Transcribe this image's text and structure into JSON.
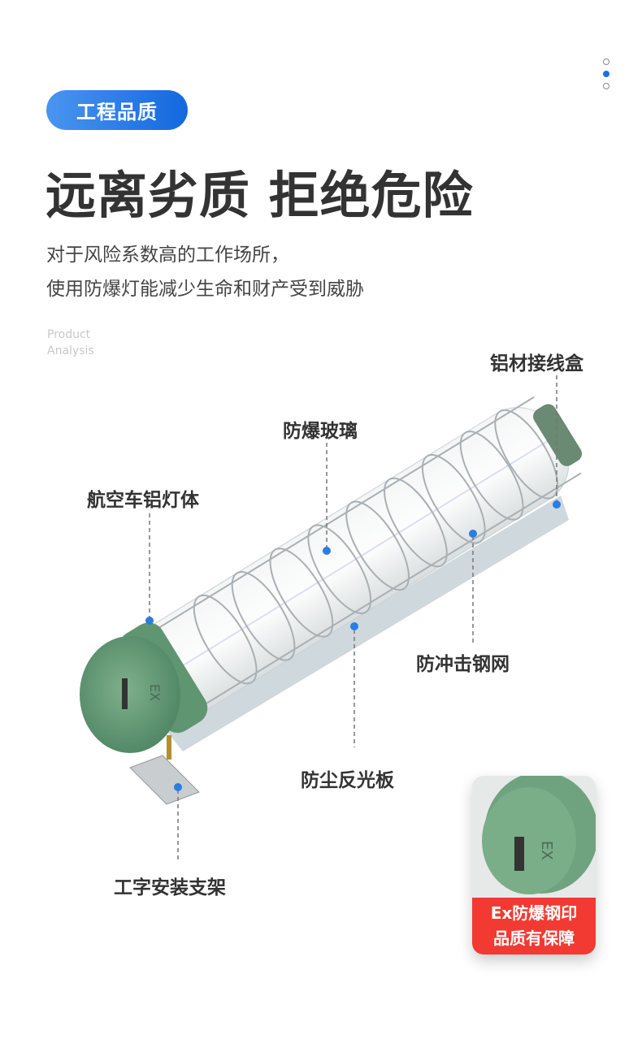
{
  "badge": "工程品质",
  "title": "远离劣质 拒绝危险",
  "subtitle": [
    "对于风险系数高的工作场所，",
    "使用防爆灯能减少生命和财产受到威胁"
  ],
  "product_label": [
    "Product",
    "Analysis"
  ],
  "parts": {
    "junction_box": "铝材接线盒",
    "glass": "防爆玻璃",
    "body": "航空车铝灯体",
    "mesh": "防冲击钢网",
    "reflector": "防尘反光板",
    "bracket": "工字安装支架"
  },
  "inset": {
    "line1": "Ex防爆钢印",
    "line2": "品质有保障"
  },
  "pagination": {
    "count": 3,
    "active": 2
  },
  "colors": {
    "accent": "#1f6fe0",
    "badge_red": "#f23a32",
    "lamp_green": "#6fa27e"
  }
}
